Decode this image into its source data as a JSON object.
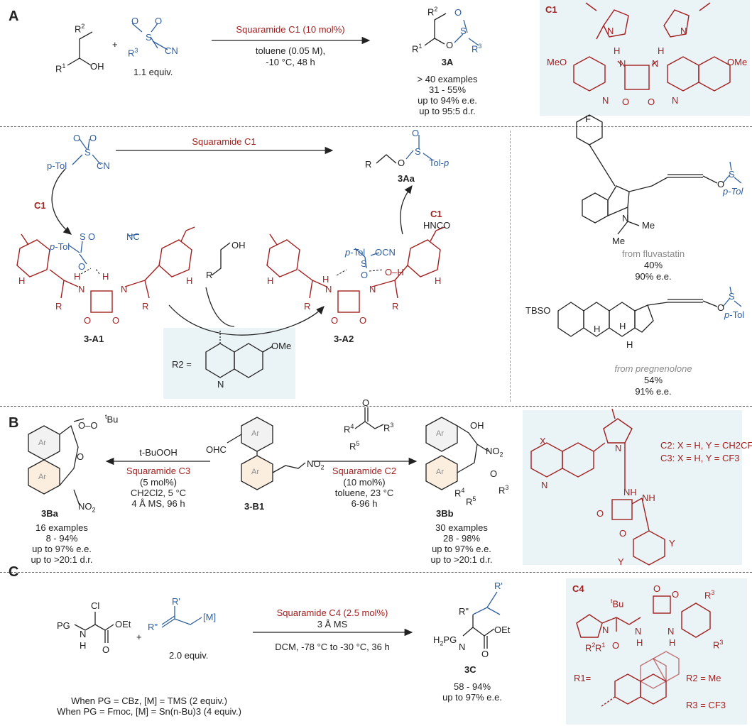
{
  "panel_a": {
    "letter": "A",
    "reagent_amount": "1.1 equiv.",
    "catalyst_label": "Squaramide C1 (10 mol%)",
    "conditions_1": "toluene (0.05 M),",
    "conditions_2": "-10 °C, 48 h",
    "product_label": "3A",
    "results": [
      "> 40 examples",
      "31 - 55%",
      "up to 94% e.e.",
      "up to 95:5 d.r."
    ],
    "catalyst_box_label": "C1",
    "catalyst_groups": [
      "MeO",
      "OMe",
      "N",
      "H",
      "O"
    ],
    "mech_catalyst": "Squaramide C1",
    "mech_start": "p-Tol",
    "mech_product": "3Aa",
    "mech_c1_in": "C1",
    "mech_c1_out": "C1",
    "mech_byproduct": "HNCO",
    "intermediate_1": "3-A1",
    "intermediate_2": "3-A2",
    "r2_def": "R2 =",
    "r2_substituent": "OMe",
    "example_1_source": "from fluvastatin",
    "example_1_yield": "40%",
    "example_1_ee": "90% e.e.",
    "example_2_source": "from pregnenolone",
    "example_2_yield": "54%",
    "example_2_ee": "91% e.e.",
    "example_labels": [
      "F",
      "N",
      "Me",
      "Me",
      "O",
      "S",
      "p-Tol",
      "TBSO",
      "H",
      "H",
      "H"
    ]
  },
  "panel_b": {
    "letter": "B",
    "left_reagent": "t-BuOOH",
    "left_catalyst": "Squaramide C3",
    "left_conditions": [
      "(5 mol%)",
      "CH2Cl2, 5 °C",
      "4 Å MS, 96 h"
    ],
    "left_product": "3Ba",
    "left_results": [
      "16 examples",
      "8 - 94%",
      "up to 97% e.e.",
      "up to >20:1 d.r."
    ],
    "start_label": "3-B1",
    "right_catalyst": "Squaramide C2",
    "right_conditions": [
      "(10 mol%)",
      "toluene, 23 °C",
      "6-96 h"
    ],
    "right_product": "3Bb",
    "right_results": [
      "30 examples",
      "28 - 98%",
      "up to 97% e.e.",
      "up to >20:1 d.r."
    ],
    "catalyst_c2": "C2: X = H, Y = CH2CF3",
    "catalyst_c3": "C3: X = H, Y = CF3",
    "ring_label": "Ar"
  },
  "panel_c": {
    "letter": "C",
    "reagent_amount": "2.0 equiv.",
    "catalyst_label": "Squaramide C4 (2.5 mol%)",
    "conditions_1": "3 Å MS",
    "conditions_2": "DCM, -78 °C to -30 °C, 36 h",
    "product_label": "3C",
    "results": [
      "58 - 94%",
      "up to 97% e.e."
    ],
    "note_1": "When PG = CBz, [M] = TMS (2 equiv.)",
    "note_2": "When PG = Fmoc, [M] = Sn(n-Bu)3 (4 equiv.)",
    "catalyst_box_label": "C4",
    "r1_def": "R1=",
    "r2_def": "R2 = Me",
    "r3_def": "R3 = CF3"
  },
  "colors": {
    "accent_red": "#a31f1f",
    "accent_blue": "#2f5f9e",
    "box_fill": "#eaf3f6"
  }
}
